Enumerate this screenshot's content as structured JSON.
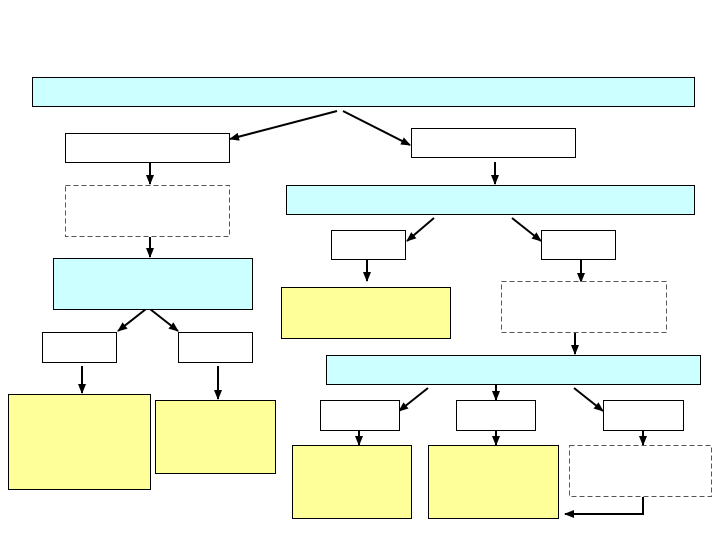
{
  "diagram": {
    "title": "",
    "colors": {
      "cyan": "#ccffff",
      "yellow": "#ffff99",
      "white": "#ffffff",
      "stroke": "#000000",
      "dashed_stroke": "#555555"
    },
    "nodes": [
      {
        "id": "root-bar",
        "fill": "cyan",
        "style": "solid",
        "text": ""
      },
      {
        "id": "left-box-1",
        "fill": "white",
        "style": "solid",
        "text": ""
      },
      {
        "id": "right-box-1",
        "fill": "white",
        "style": "solid",
        "text": ""
      },
      {
        "id": "left-dashed-1",
        "fill": "white",
        "style": "dashed",
        "text": ""
      },
      {
        "id": "right-cyan-bar",
        "fill": "cyan",
        "style": "solid",
        "text": ""
      },
      {
        "id": "left-cyan-box",
        "fill": "cyan",
        "style": "solid",
        "text": ""
      },
      {
        "id": "right-small-a",
        "fill": "white",
        "style": "solid",
        "text": ""
      },
      {
        "id": "right-small-b",
        "fill": "white",
        "style": "solid",
        "text": ""
      },
      {
        "id": "yellow-mid",
        "fill": "yellow",
        "style": "solid",
        "text": ""
      },
      {
        "id": "right-dashed-1",
        "fill": "white",
        "style": "dashed",
        "text": ""
      },
      {
        "id": "left-small-a",
        "fill": "white",
        "style": "solid",
        "text": ""
      },
      {
        "id": "left-small-b",
        "fill": "white",
        "style": "solid",
        "text": ""
      },
      {
        "id": "bottom-cyan-bar",
        "fill": "cyan",
        "style": "solid",
        "text": ""
      },
      {
        "id": "bottom-small-a",
        "fill": "white",
        "style": "solid",
        "text": ""
      },
      {
        "id": "bottom-small-b",
        "fill": "white",
        "style": "solid",
        "text": ""
      },
      {
        "id": "bottom-small-c",
        "fill": "white",
        "style": "solid",
        "text": ""
      },
      {
        "id": "yellow-left-tall",
        "fill": "yellow",
        "style": "solid",
        "text": ""
      },
      {
        "id": "yellow-left-2",
        "fill": "yellow",
        "style": "solid",
        "text": ""
      },
      {
        "id": "yellow-bottom-a",
        "fill": "yellow",
        "style": "solid",
        "text": ""
      },
      {
        "id": "yellow-bottom-b",
        "fill": "yellow",
        "style": "solid",
        "text": ""
      },
      {
        "id": "bottom-dashed",
        "fill": "white",
        "style": "dashed",
        "text": ""
      }
    ],
    "edges": [
      {
        "from": "root-bar",
        "to": "left-box-1"
      },
      {
        "from": "root-bar",
        "to": "right-box-1"
      },
      {
        "from": "left-box-1",
        "to": "left-dashed-1"
      },
      {
        "from": "right-box-1",
        "to": "right-cyan-bar"
      },
      {
        "from": "left-dashed-1",
        "to": "left-cyan-box"
      },
      {
        "from": "right-cyan-bar",
        "to": "right-small-a"
      },
      {
        "from": "right-cyan-bar",
        "to": "right-small-b"
      },
      {
        "from": "right-small-a",
        "to": "yellow-mid"
      },
      {
        "from": "right-small-b",
        "to": "right-dashed-1"
      },
      {
        "from": "left-cyan-box",
        "to": "left-small-a"
      },
      {
        "from": "left-cyan-box",
        "to": "left-small-b"
      },
      {
        "from": "right-dashed-1",
        "to": "bottom-cyan-bar"
      },
      {
        "from": "left-small-a",
        "to": "yellow-left-tall"
      },
      {
        "from": "left-small-b",
        "to": "yellow-left-2"
      },
      {
        "from": "bottom-cyan-bar",
        "to": "bottom-small-a"
      },
      {
        "from": "bottom-cyan-bar",
        "to": "bottom-small-b"
      },
      {
        "from": "bottom-cyan-bar",
        "to": "bottom-small-c"
      },
      {
        "from": "bottom-small-a",
        "to": "yellow-bottom-a"
      },
      {
        "from": "bottom-small-b",
        "to": "yellow-bottom-b"
      },
      {
        "from": "bottom-small-c",
        "to": "bottom-dashed"
      },
      {
        "from": "bottom-dashed",
        "to": "yellow-bottom-b"
      }
    ]
  }
}
